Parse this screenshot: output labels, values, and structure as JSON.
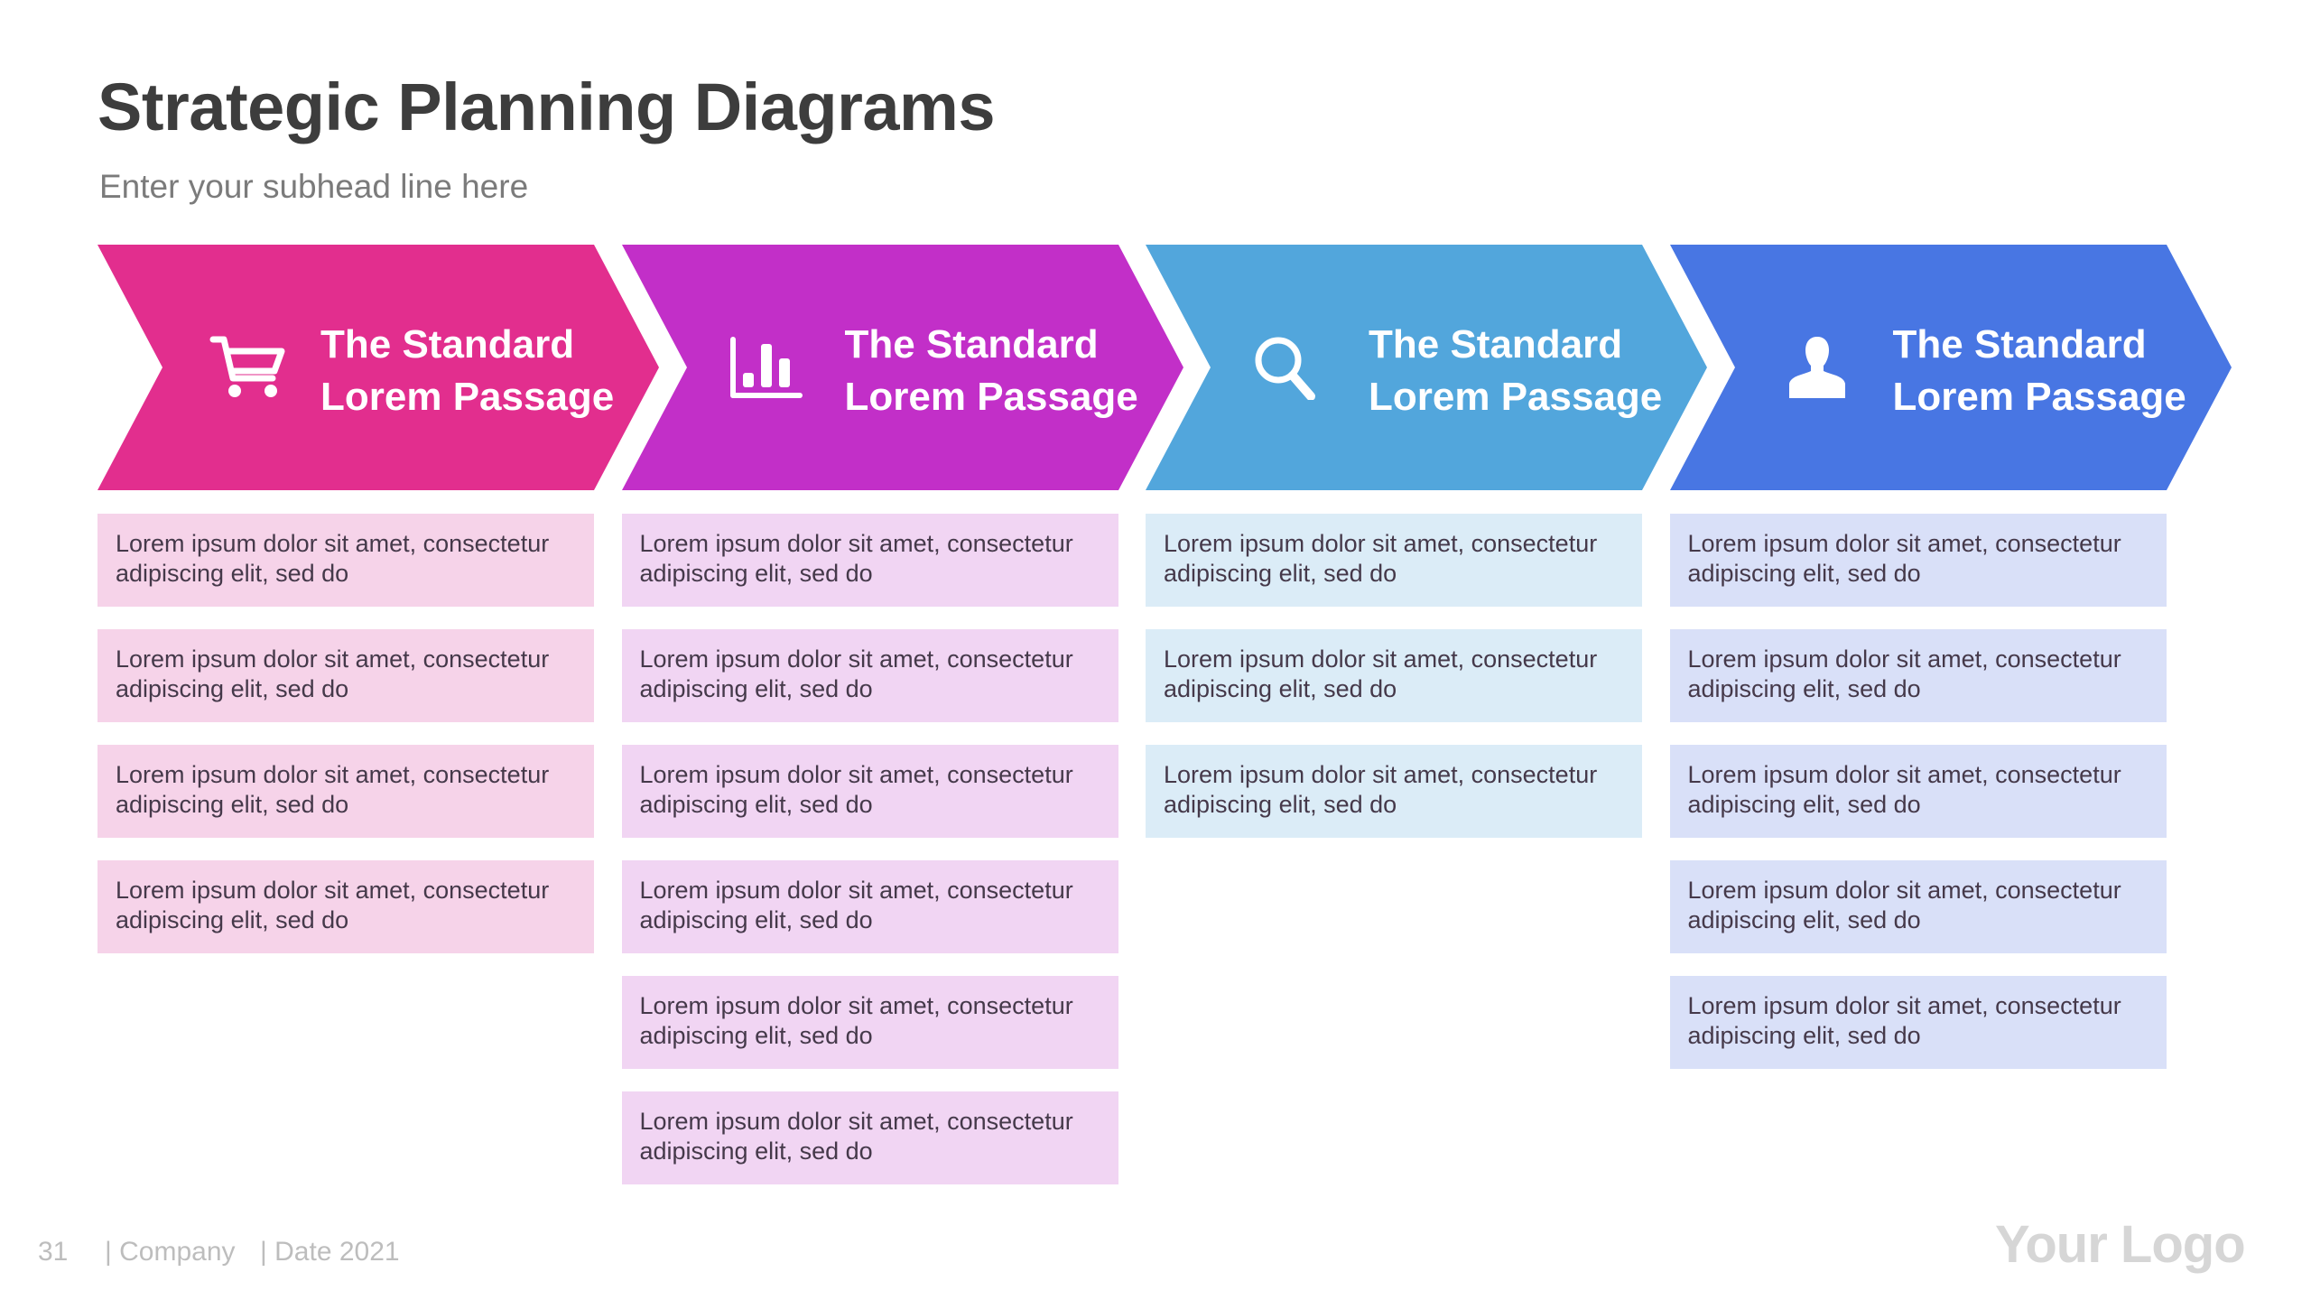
{
  "slide": {
    "title": "Strategic Planning Diagrams",
    "subhead": "Enter your subhead line here"
  },
  "columns": [
    {
      "icon": "shopping-cart-icon",
      "heading_line1": "The Standard",
      "heading_line2": "Lorem Passage",
      "color": "#e22e8e",
      "card_color": "#f6d3e9",
      "items": [
        {
          "line1": "Lorem ipsum dolor sit amet, consectetur",
          "line2": "adipiscing elit, sed do"
        },
        {
          "line1": "Lorem ipsum dolor sit amet, consectetur",
          "line2": "adipiscing elit, sed do"
        },
        {
          "line1": "Lorem ipsum dolor sit amet, consectetur",
          "line2": "adipiscing elit, sed do"
        },
        {
          "line1": "Lorem ipsum dolor sit amet, consectetur",
          "line2": "adipiscing elit, sed do"
        }
      ]
    },
    {
      "icon": "bar-chart-icon",
      "heading_line1": "The Standard",
      "heading_line2": "Lorem Passage",
      "color": "#c22fc8",
      "card_color": "#f1d5f3",
      "items": [
        {
          "line1": "Lorem ipsum dolor sit amet, consectetur",
          "line2": "adipiscing elit, sed do"
        },
        {
          "line1": "Lorem ipsum dolor sit amet, consectetur",
          "line2": "adipiscing elit, sed do"
        },
        {
          "line1": "Lorem ipsum dolor sit amet, consectetur",
          "line2": "adipiscing elit, sed do"
        },
        {
          "line1": "Lorem ipsum dolor sit amet, consectetur",
          "line2": "adipiscing elit, sed do"
        },
        {
          "line1": "Lorem ipsum dolor sit amet, consectetur",
          "line2": "adipiscing elit, sed do"
        },
        {
          "line1": "Lorem ipsum dolor sit amet, consectetur",
          "line2": "adipiscing elit, sed do"
        }
      ]
    },
    {
      "icon": "search-icon",
      "heading_line1": "The Standard",
      "heading_line2": "Lorem Passage",
      "color": "#52a6dc",
      "card_color": "#dbecf7",
      "items": [
        {
          "line1": "Lorem ipsum dolor sit amet, consectetur",
          "line2": "adipiscing elit, sed do"
        },
        {
          "line1": "Lorem ipsum dolor sit amet, consectetur",
          "line2": "adipiscing elit, sed do"
        },
        {
          "line1": "Lorem ipsum dolor sit amet, consectetur",
          "line2": "adipiscing elit, sed do"
        }
      ]
    },
    {
      "icon": "user-icon",
      "heading_line1": "The Standard",
      "heading_line2": "Lorem Passage",
      "color": "#4876e3",
      "card_color": "#d9e0f8",
      "items": [
        {
          "line1": "Lorem ipsum dolor sit amet, consectetur",
          "line2": "adipiscing elit, sed do"
        },
        {
          "line1": "Lorem ipsum dolor sit amet, consectetur",
          "line2": "adipiscing elit, sed do"
        },
        {
          "line1": "Lorem ipsum dolor sit amet, consectetur",
          "line2": "adipiscing elit, sed do"
        },
        {
          "line1": "Lorem ipsum dolor sit amet, consectetur",
          "line2": "adipiscing elit, sed do"
        },
        {
          "line1": "Lorem ipsum dolor sit amet, consectetur",
          "line2": "adipiscing elit, sed do"
        }
      ]
    }
  ],
  "footer": {
    "page_number": "31",
    "company": "| Company",
    "date": "| Date 2021",
    "logo": "Your Logo"
  },
  "colors": {
    "title": "#3d3d3d",
    "subhead": "#7b7b7b",
    "card_text": "#45394a",
    "footer": "#bdbdbd",
    "logo": "#d6d6d6"
  }
}
